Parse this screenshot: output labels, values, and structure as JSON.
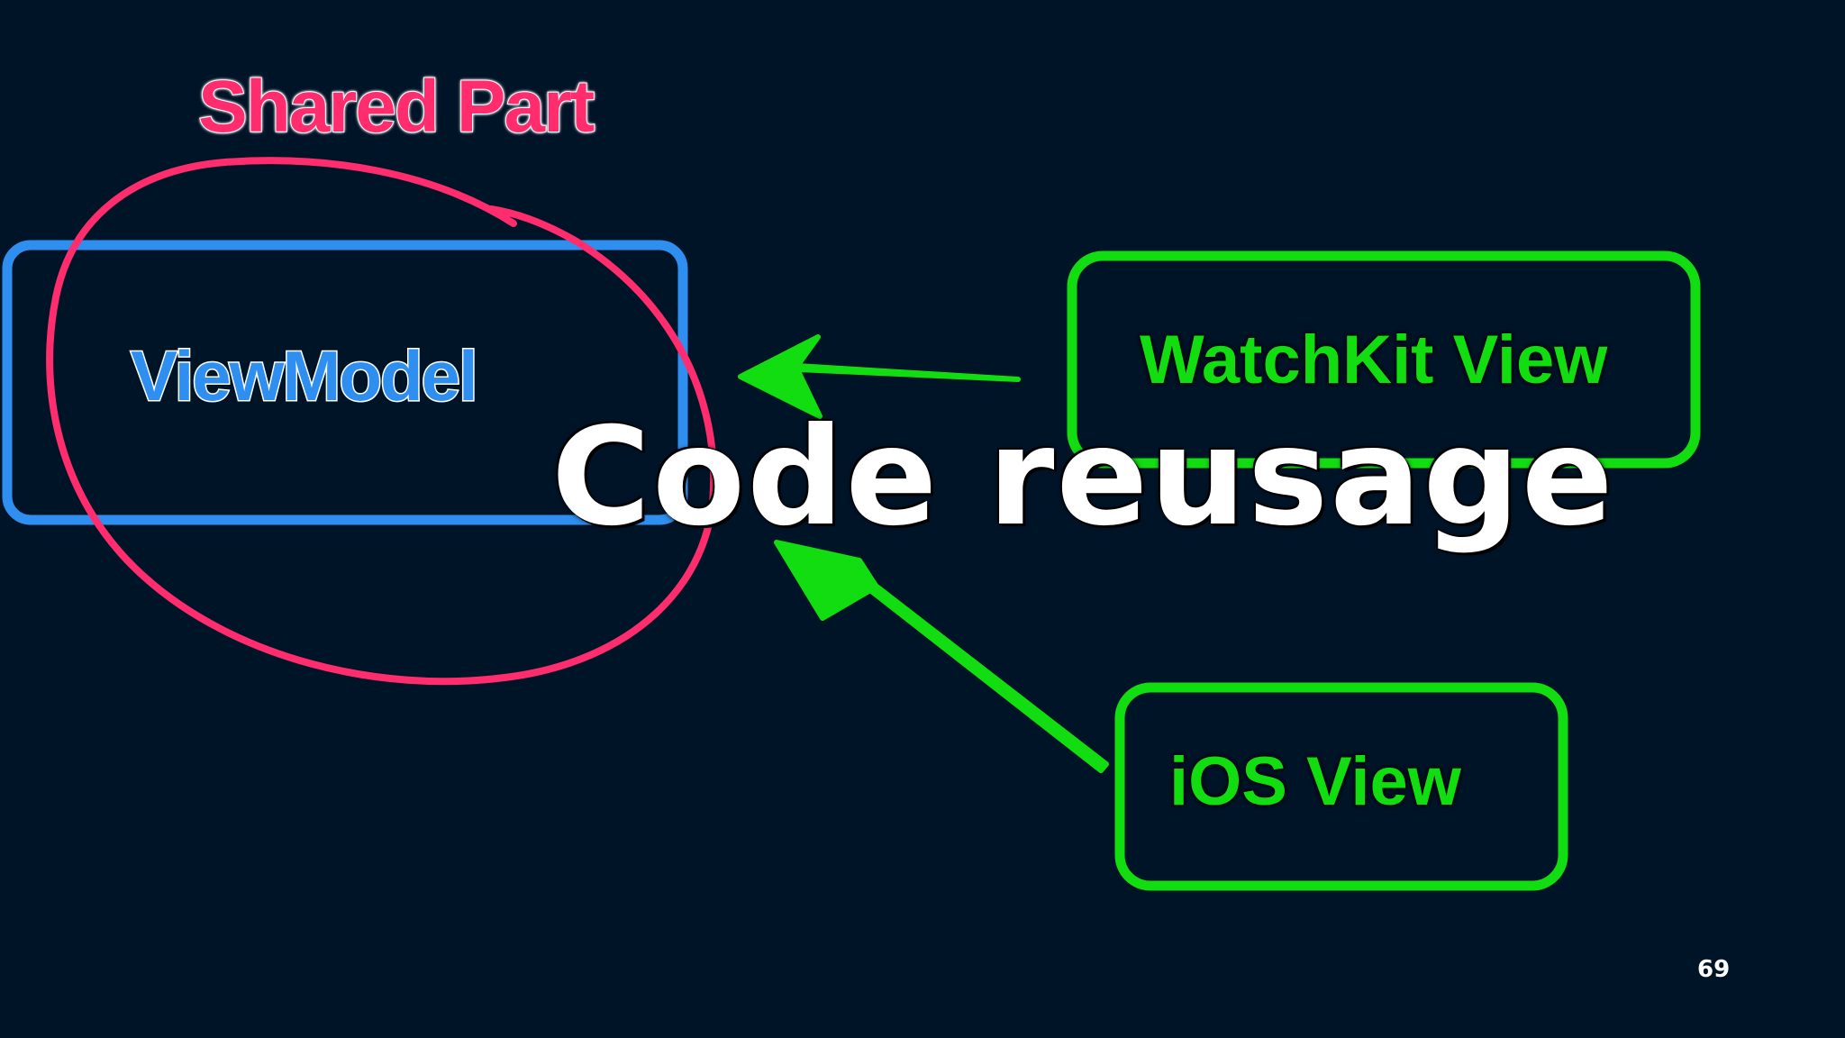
{
  "slide": {
    "shared_label": "Shared Part",
    "viewmodel_label": "ViewModel",
    "watchkit_label": "WatchKit View",
    "ios_label": "iOS View",
    "title": "Code reusage",
    "page_number": "69"
  },
  "colors": {
    "background": "#001428",
    "viewmodel_blue": "#2e8ff0",
    "shared_pink": "#ff2d6e",
    "view_green": "#11dd11",
    "text_white": "#ffffff"
  }
}
